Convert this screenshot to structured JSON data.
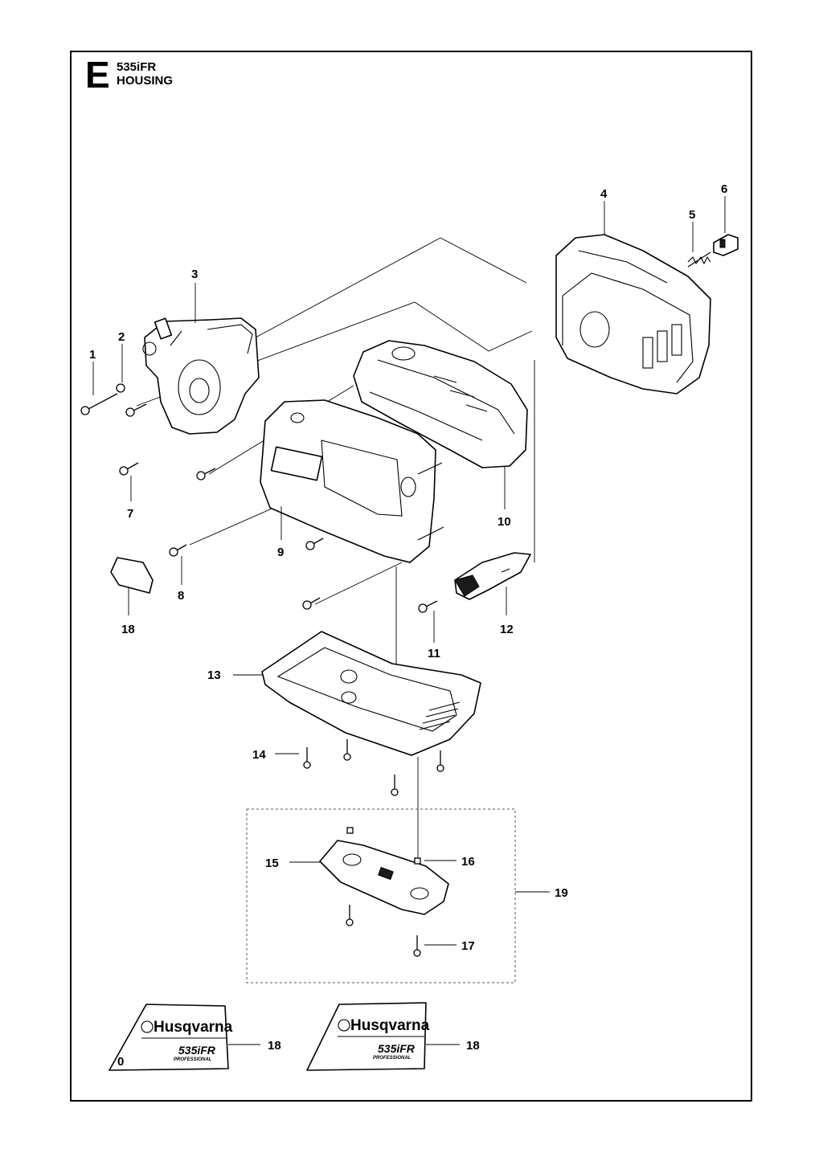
{
  "header": {
    "section_letter": "E",
    "model": "535iFR",
    "title": "HOUSING"
  },
  "callouts": {
    "c1": "1",
    "c2": "2",
    "c3": "3",
    "c4": "4",
    "c5": "5",
    "c6": "6",
    "c7": "7",
    "c8": "8",
    "c9": "9",
    "c10": "10",
    "c11": "11",
    "c12": "12",
    "c13": "13",
    "c14": "14",
    "c15": "15",
    "c16": "16",
    "c17": "17",
    "c18a": "18",
    "c18b": "18",
    "c18c": "18",
    "c19": "19"
  },
  "decals": {
    "brand": "Husqvarna",
    "model": "535iFR",
    "subtitle": "PROFESSIONAL"
  }
}
